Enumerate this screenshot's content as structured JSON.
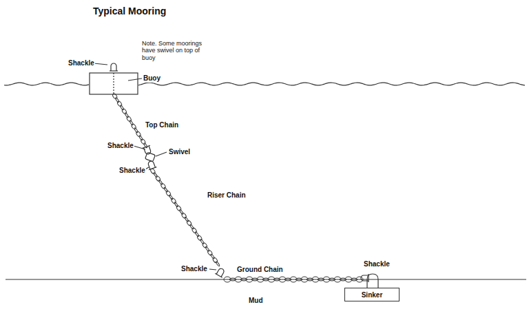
{
  "diagram": {
    "title": "Typical Mooring",
    "nodes": [
      {
        "text": [
          "Sinker"
        ]
      }
    ],
    "labels": [
      "Note. Some moorings have swivel on top of buoy",
      "Shackle",
      "Buoy",
      "Top Chain",
      "Shackle",
      "Swivel",
      "Shackle",
      "Riser Chain",
      "Shackle",
      "Ground Chain",
      "Shackle",
      "Mud"
    ]
  }
}
